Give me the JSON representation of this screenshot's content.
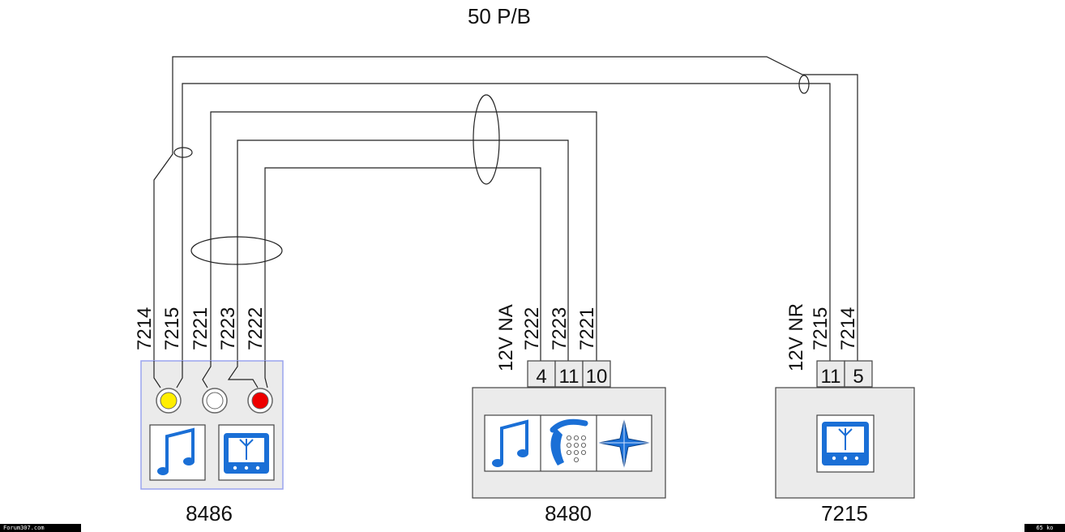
{
  "title": "50 P/B",
  "modules": {
    "m8486": {
      "id": "8486",
      "wires": [
        "7214",
        "7215",
        "7221",
        "7223",
        "7222"
      ],
      "colors": {
        "yellow": "#ffee00",
        "white": "#ffffff",
        "red": "#ee0000",
        "frame": "#9aa4ee",
        "icon_blue": "#1a6fd6"
      }
    },
    "m8480": {
      "id": "8480",
      "wires": [
        "12V NA",
        "7222",
        "7223",
        "7221"
      ],
      "pins": [
        "4",
        "11",
        "10"
      ]
    },
    "m7215": {
      "id": "7215",
      "wires": [
        "12V NR",
        "7215",
        "7214"
      ],
      "pins": [
        "11",
        "5"
      ]
    }
  },
  "footer": {
    "left": "Forum307.com",
    "right": "65 ko"
  }
}
